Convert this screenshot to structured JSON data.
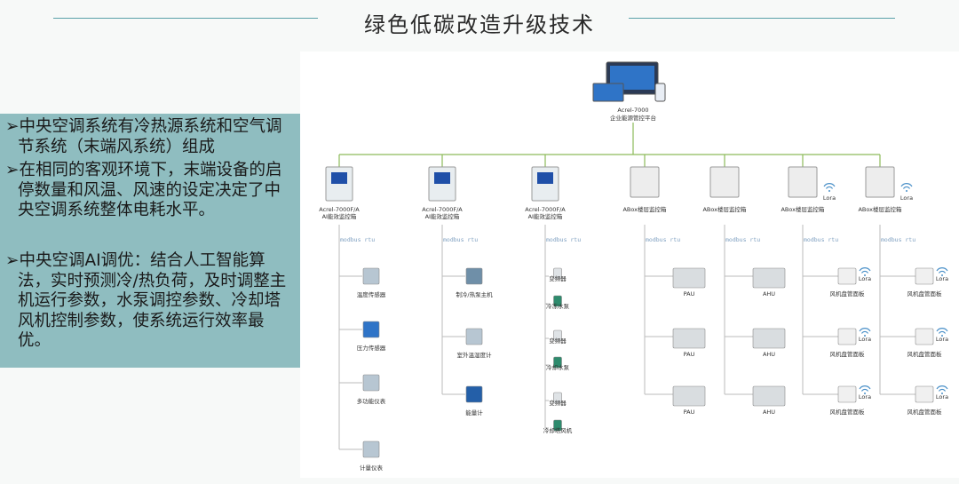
{
  "title": "绿色低碳改造升级技术",
  "bullets": [
    "➢中央空调系统有冷热源系统和空气调节系统（末端风系统）组成",
    "➢在相同的客观环境下，末端设备的启停数量和风温、风速的设定决定了中央空调系统整体电耗水平。",
    "➢中央空调AI调优：结合人工智能算法，实时预测冷/热负荷，及时调整主机运行参数，水泵调控参数、冷却塔风机控制参数，使系统运行效率最优。"
  ],
  "diagram": {
    "platform": {
      "name": "Acrel-7000",
      "desc": "企业能源管控平台"
    },
    "protocol": "modbus rtu",
    "wireless": "Lora",
    "columns": [
      {
        "controller": [
          "Acrel-7000F/A",
          "AI能效监控箱"
        ],
        "devices": [
          "温度传感器",
          "压力传感器",
          "多功能仪表",
          "计量仪表"
        ]
      },
      {
        "controller": [
          "Acrel-7000F/A",
          "AI能效监控箱"
        ],
        "devices": [
          "制冷/热泵主机",
          "室外温湿度计",
          "能量计"
        ]
      },
      {
        "controller": [
          "Acrel-7000F/A",
          "AI能效监控箱"
        ],
        "devices": [
          "变频器",
          "冷冻水泵",
          "变频器",
          "冷却水泵",
          "变频器",
          "冷却塔风机"
        ]
      },
      {
        "controller": [
          "ABox楼层监控箱"
        ],
        "devices": [
          "PAU",
          "PAU",
          "PAU"
        ]
      },
      {
        "controller": [
          "ABox楼层监控箱"
        ],
        "devices": [
          "AHU",
          "AHU",
          "AHU"
        ]
      },
      {
        "controller": [
          "ABox楼层监控箱"
        ],
        "devices": [
          "风机盘管面板",
          "风机盘管面板",
          "风机盘管面板"
        ]
      },
      {
        "controller": [
          "ABox楼层监控箱"
        ],
        "devices": [
          "风机盘管面板",
          "风机盘管面板",
          "风机盘管面板"
        ]
      }
    ]
  }
}
